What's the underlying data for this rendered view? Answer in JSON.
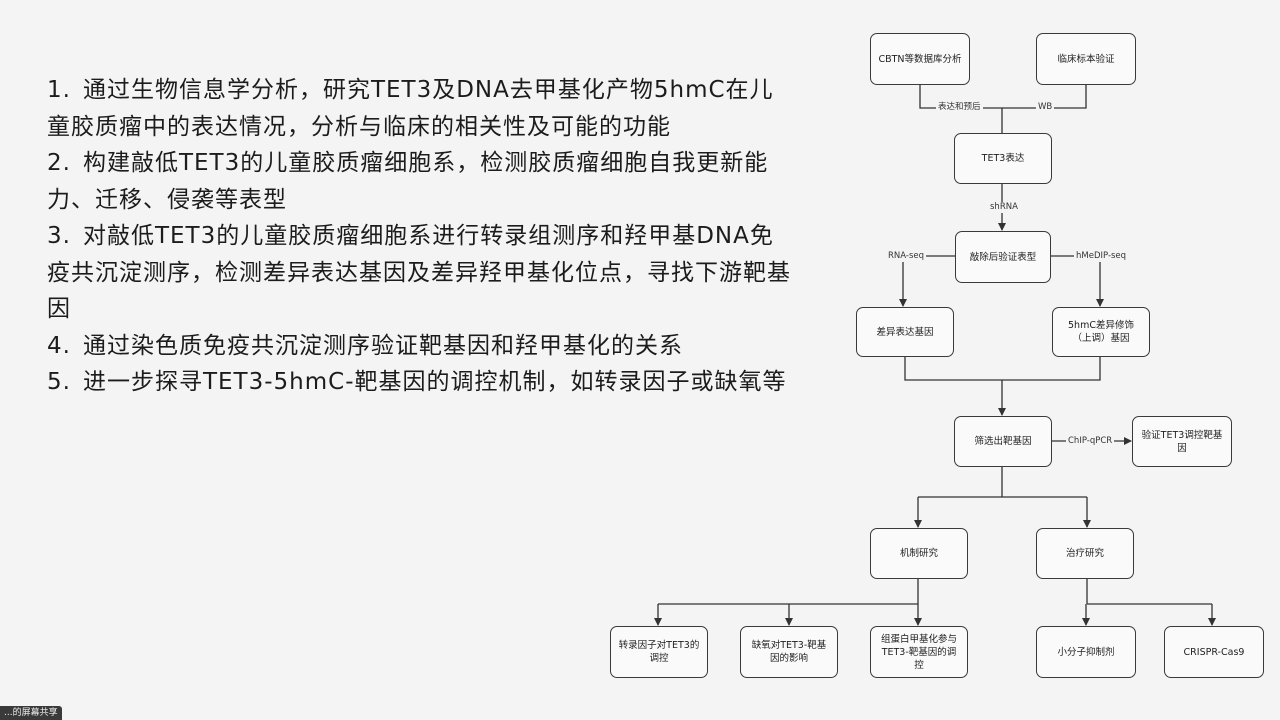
{
  "plan": [
    {
      "num": "1",
      "text": "通过生物信息学分析，研究TET3及DNA去甲基化产物5hmC在儿童胶质瘤中的表达情况，分析与临床的相关性及可能的功能"
    },
    {
      "num": "2",
      "text": "构建敲低TET3的儿童胶质瘤细胞系，检测胶质瘤细胞自我更新能力、迁移、侵袭等表型"
    },
    {
      "num": "3",
      "text": "对敲低TET3的儿童胶质瘤细胞系进行转录组测序和羟甲基DNA免疫共沉淀测序，检测差异表达基因及差异羟甲基化位点，寻找下游靶基因"
    },
    {
      "num": "4",
      "text": "通过染色质免疫共沉淀测序验证靶基因和羟甲基化的关系"
    },
    {
      "num": "5",
      "text": "进一步探寻TET3-5hmC-靶基因的调控机制，如转录因子或缺氧等"
    }
  ],
  "flowchart": {
    "nodes": {
      "cbtn": "CBTN等数据库分析",
      "clinical": "临床标本验证",
      "tet3_expr": "TET3表达",
      "knockdown": "敲除后验证表型",
      "deg": "差异表达基因",
      "hmc_diff": "5hmC差异修饰（上调）基因",
      "screen": "筛选出靶基因",
      "verify": "验证TET3调控靶基因",
      "mechanism": "机制研究",
      "therapy": "治疗研究",
      "tf": "转录因子对TET3的调控",
      "hypoxia": "缺氧对TET3-靶基因的影响",
      "protein": "组蛋白甲基化参与TET3-靶基因的调控",
      "small_mol": "小分子抑制剂",
      "crispr": "CRISPR-Cas9"
    },
    "edge_labels": {
      "expr_prog": "表达和预后",
      "wb": "WB",
      "shrna": "shRNA",
      "rnaseq": "RNA-seq",
      "hmedip": "hMeDIP-seq",
      "chip": "ChIP-qPCR"
    }
  },
  "footer": {
    "tag": "...的屏幕共享"
  }
}
